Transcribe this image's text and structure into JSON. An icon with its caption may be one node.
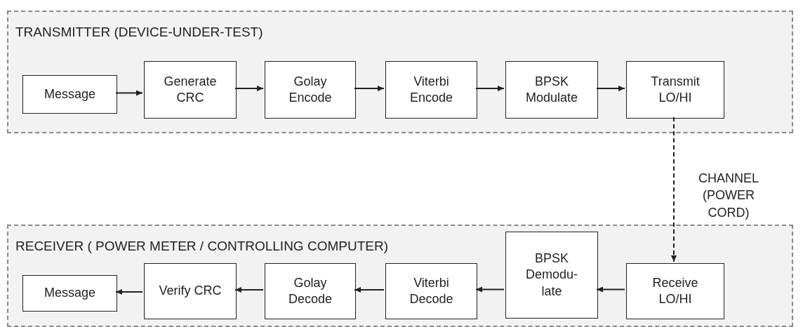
{
  "diagram": {
    "nodes": [
      {
        "text": [
          "TRANSMITTER (DEVICE-UNDER-TEST)"
        ]
      },
      {
        "text": [
          "Message"
        ],
        "in": 0
      },
      {
        "text": [
          "Generate CRC"
        ],
        "in": 0
      },
      {
        "text": [
          "Golay Encode"
        ],
        "in": 0
      },
      {
        "text": [
          "Viterbi Encode"
        ],
        "in": 0
      },
      {
        "text": [
          "BPSK Modulate"
        ],
        "in": 0
      },
      {
        "text": [
          "Transmit LO/HI"
        ],
        "in": 0
      },
      {
        "text": [
          "RECEIVER ( POWER METER / CONTROLLING COMPUTER)"
        ]
      },
      {
        "text": [
          "Message"
        ],
        "in": 7
      },
      {
        "text": [
          "Verify CRC"
        ],
        "in": 7
      },
      {
        "text": [
          "Golay Decode"
        ],
        "in": 7
      },
      {
        "text": [
          "Viterbi Decode"
        ],
        "in": 7
      },
      {
        "text": [
          "BPSK Demodu- late"
        ],
        "in": 7
      },
      {
        "text": [
          "Receive LO/HI"
        ],
        "in": 7
      }
    ],
    "edges": [
      {
        "from": 1,
        "to": 2,
        "arrow": "to"
      },
      {
        "from": 2,
        "to": 3,
        "arrow": "to"
      },
      {
        "from": 3,
        "to": 4,
        "arrow": "to"
      },
      {
        "from": 4,
        "to": 5,
        "arrow": "to"
      },
      {
        "from": 5,
        "to": 6,
        "arrow": "to"
      },
      {
        "from": 6,
        "to": 13,
        "arrow": "to",
        "style": "dashed",
        "label": "CHANNEL (POWER CORD)"
      },
      {
        "from": 13,
        "to": 12,
        "arrow": "to"
      },
      {
        "from": 12,
        "to": 11,
        "arrow": "to"
      },
      {
        "from": 11,
        "to": 10,
        "arrow": "to"
      },
      {
        "from": 10,
        "to": 9,
        "arrow": "to"
      },
      {
        "from": 9,
        "to": 8,
        "arrow": "to"
      }
    ]
  }
}
